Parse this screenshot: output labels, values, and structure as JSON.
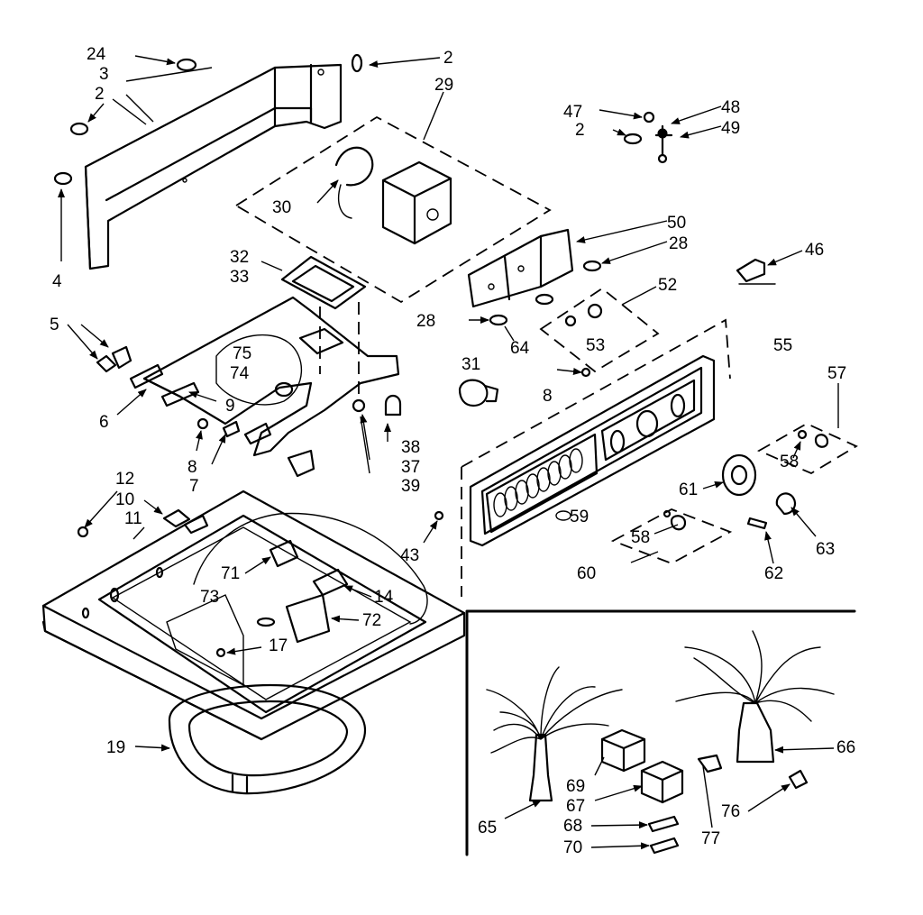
{
  "labels": {
    "c24": "24",
    "c3": "3",
    "c2a": "2",
    "c4": "4",
    "c2b": "2",
    "c29": "29",
    "c47": "47",
    "c2c": "2",
    "c48": "48",
    "c49": "49",
    "c30": "30",
    "c50": "50",
    "c28a": "28",
    "c46": "46",
    "c32": "32",
    "c33": "33",
    "c52": "52",
    "c28b": "28",
    "c5": "5",
    "c64": "64",
    "c53": "53",
    "c55": "55",
    "c75": "75",
    "c74": "74",
    "c31": "31",
    "c57": "57",
    "c8a": "8",
    "c6": "6",
    "c9": "9",
    "c38": "38",
    "c8b": "8",
    "c37": "37",
    "c58a": "58",
    "c7": "7",
    "c39": "39",
    "c12": "12",
    "c10": "10",
    "c11": "11",
    "c61": "61",
    "c59": "59",
    "c43": "43",
    "c58b": "58",
    "c63": "63",
    "c60": "60",
    "c62": "62",
    "c71": "71",
    "c14": "14",
    "c73": "73",
    "c72": "72",
    "c17": "17",
    "c19": "19",
    "c66": "66",
    "c69": "69",
    "c67": "67",
    "c76": "76",
    "c65": "65",
    "c68": "68",
    "c77": "77",
    "c70": "70"
  },
  "icons": [
    "arrow-icon"
  ]
}
